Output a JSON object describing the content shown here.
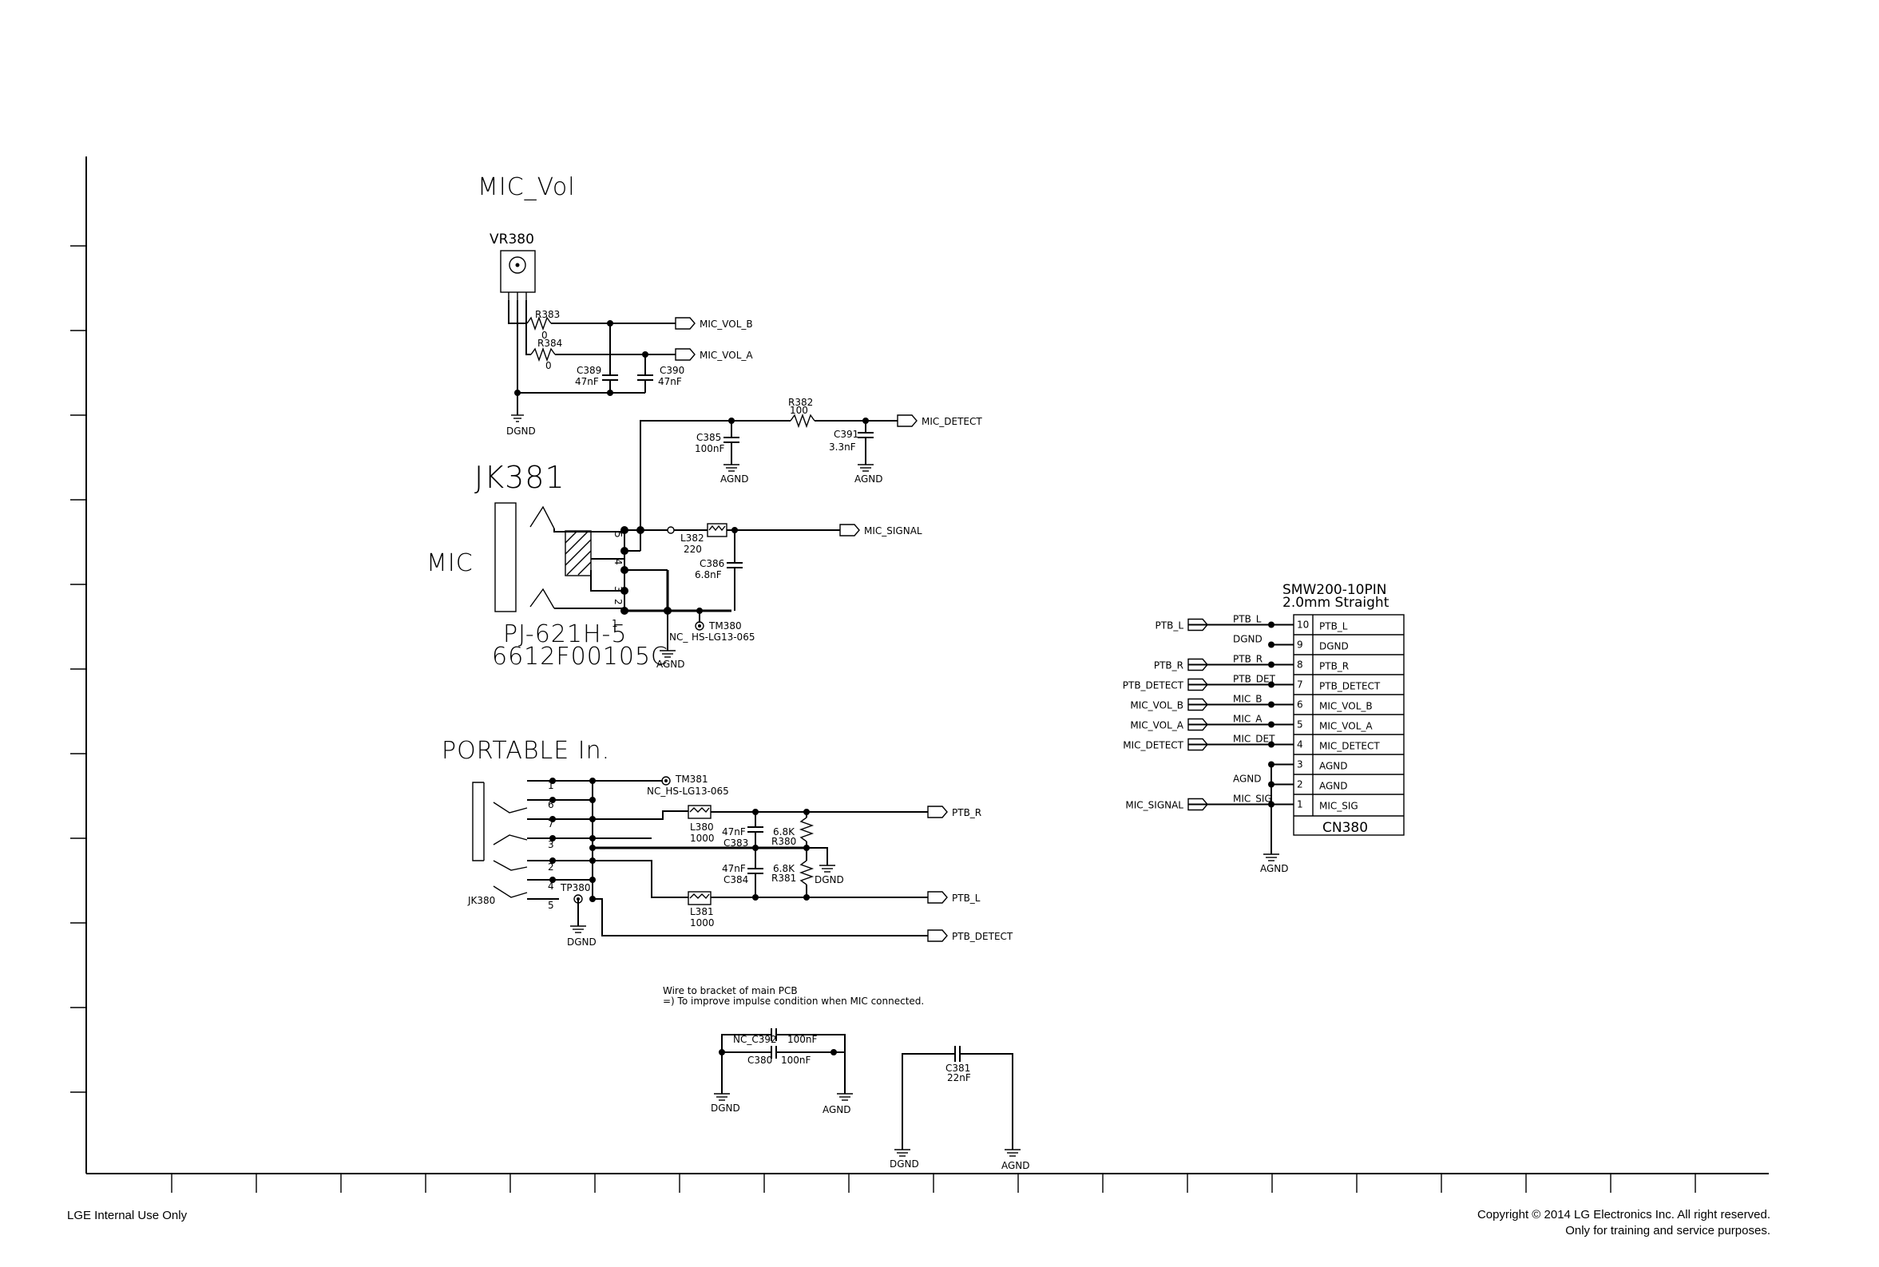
{
  "mic_vol_section": {
    "title": "MIC_Vol",
    "vr_ref": "VR380",
    "r383": {
      "ref": "R383",
      "value": "0"
    },
    "r384": {
      "ref": "R384",
      "value": "0"
    },
    "c389": {
      "ref": "C389",
      "value": "47nF"
    },
    "c390": {
      "ref": "C390",
      "value": "47nF"
    },
    "gnd": "DGND",
    "net_b": "MIC_VOL_B",
    "net_a": "MIC_VOL_A"
  },
  "mic_detect_section": {
    "r382": {
      "ref": "R382",
      "value": "100"
    },
    "c385": {
      "ref": "C385",
      "value": "100nF"
    },
    "c391": {
      "ref": "C391",
      "value": "3.3nF"
    },
    "gnd": "AGND",
    "net": "MIC_DETECT"
  },
  "jk381_section": {
    "title": "JK381",
    "side_label": "MIC",
    "part": "PJ-621H-5",
    "part_code": "6612F00105C",
    "pin_numbers": [
      "5",
      "4",
      "3",
      "2",
      "1"
    ],
    "l382": {
      "ref": "L382",
      "value": "220"
    },
    "c386": {
      "ref": "C386",
      "value": "6.8nF"
    },
    "tm380": {
      "ref": "TM380",
      "part": "HS-LG13-065",
      "nc": "NC_"
    },
    "gnd": "AGND",
    "net": "MIC_SIGNAL"
  },
  "portable_section": {
    "title": "PORTABLE In.",
    "jack_ref": "JK380",
    "tm381": {
      "ref": "TM381",
      "part": "NC_HS-LG13-065"
    },
    "tp": "TP380",
    "pins": [
      "1",
      "6",
      "7",
      "3",
      "2",
      "4",
      "5"
    ],
    "l380": {
      "ref": "L380",
      "value": "1000"
    },
    "l381": {
      "ref": "L381",
      "value": "1000"
    },
    "c383": {
      "ref": "C383",
      "value": "47nF"
    },
    "c384": {
      "ref": "C384",
      "value": "47nF"
    },
    "r380": {
      "ref": "R380",
      "value": "6.8K"
    },
    "r381": {
      "ref": "R381",
      "value": "6.8K"
    },
    "gnd": "DGND",
    "net_r": "PTB_R",
    "net_l": "PTB_L",
    "net_detect": "PTB_DETECT"
  },
  "bottom_section": {
    "note1": "Wire to bracket of main PCB",
    "note2": "=) To improve impulse condition when MIC connected.",
    "nc_c392": "NC_C392",
    "c392_value": "100nF",
    "c380": "C380",
    "c380_value": "100nF",
    "c381": "C381",
    "c381_value": "22nF",
    "dgnd": "DGND",
    "agnd": "AGND"
  },
  "connector": {
    "type_line1": "SMW200-10PIN",
    "type_line2": "2.0mm Straight",
    "ref": "CN380",
    "pins": [
      {
        "num": "10",
        "name": "PTB_L",
        "wire": "PTB_L",
        "left": "PTB_L"
      },
      {
        "num": "9",
        "name": "DGND",
        "wire": "DGND",
        "left": ""
      },
      {
        "num": "8",
        "name": "PTB_R",
        "wire": "PTB_R",
        "left": "PTB_R"
      },
      {
        "num": "7",
        "name": "PTB_DETECT",
        "wire": "PTB_DET",
        "left": "PTB_DETECT"
      },
      {
        "num": "6",
        "name": "MIC_VOL_B",
        "wire": "MIC_B",
        "left": "MIC_VOL_B"
      },
      {
        "num": "5",
        "name": "MIC_VOL_A",
        "wire": "MIC_A",
        "left": "MIC_VOL_A"
      },
      {
        "num": "4",
        "name": "MIC_DETECT",
        "wire": "MIC_DET",
        "left": "MIC_DETECT"
      },
      {
        "num": "3",
        "name": "AGND",
        "wire": "",
        "left": ""
      },
      {
        "num": "2",
        "name": "AGND",
        "wire": "AGND",
        "left": ""
      },
      {
        "num": "1",
        "name": "MIC_SIG",
        "wire": "MIC_SIG",
        "left": "MIC_SIGNAL"
      }
    ],
    "gnd": "AGND"
  },
  "footer": {
    "left": "LGE Internal Use Only",
    "copyright": "Copyright © 2014 LG Electronics Inc. All right reserved.",
    "training": "Only for training and service purposes."
  }
}
